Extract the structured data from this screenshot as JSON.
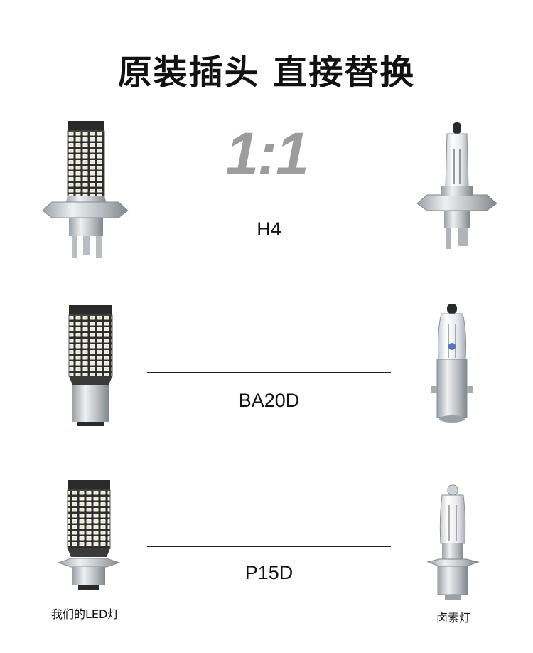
{
  "header": {
    "title": "原装插头 直接替换",
    "ratio": "1:1"
  },
  "rows": [
    {
      "socket": "H4"
    },
    {
      "socket": "BA20D"
    },
    {
      "socket": "P15D"
    }
  ],
  "captions": {
    "led": "我们的LED灯",
    "halogen": "卤素灯"
  },
  "colors": {
    "ratio_gray": "#9c9c9c",
    "led_chip": "#f4f4ec",
    "led_pcb": "#2a2a2a",
    "metal": "#c8ccd0"
  }
}
